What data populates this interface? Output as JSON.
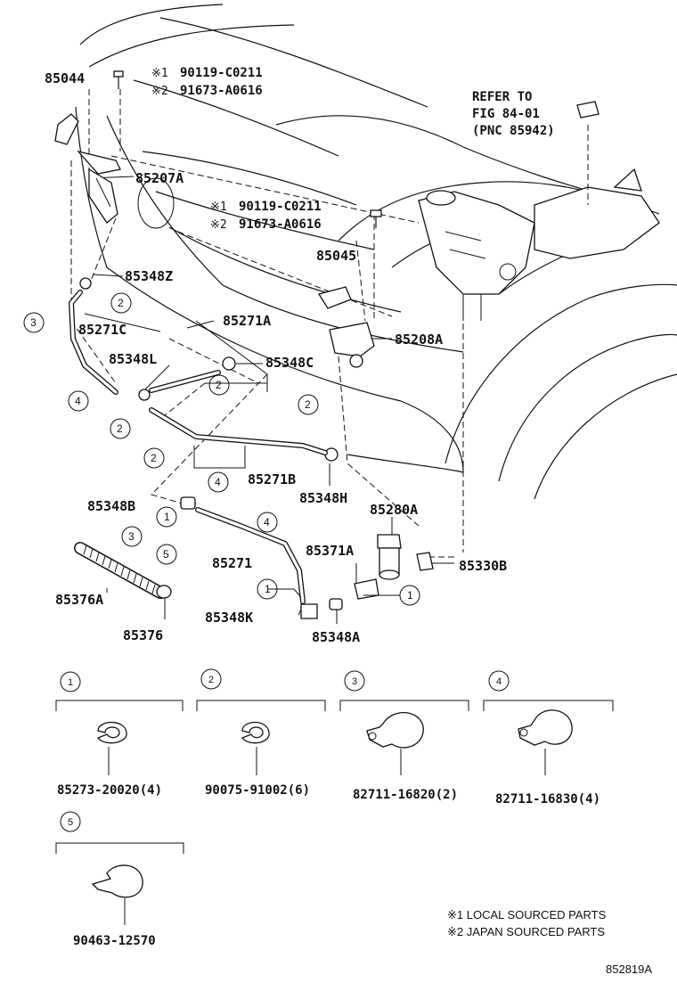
{
  "parts": {
    "p85044": "85044",
    "p85207A": "85207A",
    "p85348Z": "85348Z",
    "p85271C": "85271C",
    "p85271A": "85271A",
    "p85348L": "85348L",
    "p85348C": "85348C",
    "p85045": "85045",
    "p85208A": "85208A",
    "p85271B": "85271B",
    "p85348H": "85348H",
    "p85348B": "85348B",
    "p85280A": "85280A",
    "p85271": "85271",
    "p85371A": "85371A",
    "p85330B": "85330B",
    "p85376A": "85376A",
    "p85376": "85376",
    "p85348K": "85348K",
    "p85348A": "85348A"
  },
  "bolts": {
    "top_mark1": "※1",
    "top_code1": "90119-C0211",
    "top_mark2": "※2",
    "top_code2": "91673-A0616",
    "mid_mark1": "※1",
    "mid_code1": "90119-C0211",
    "mid_mark2": "※2",
    "mid_code2": "91673-A0616"
  },
  "refer": {
    "line1": "REFER TO",
    "line2": "FIG 84-01",
    "line3": "(PNC 85942)"
  },
  "callouts": {
    "c1": "1",
    "c2": "2",
    "c3": "3",
    "c4": "4",
    "c5": "5"
  },
  "clamps": [
    {
      "num": "1",
      "code": "85273-20020(4)"
    },
    {
      "num": "2",
      "code": "90075-91002(6)"
    },
    {
      "num": "3",
      "code": "82711-16820(2)"
    },
    {
      "num": "4",
      "code": "82711-16830(4)"
    },
    {
      "num": "5",
      "code": "90463-12570"
    }
  ],
  "notes": {
    "n1": "※1 LOCAL SOURCED PARTS",
    "n2": "※2 JAPAN SOURCED PARTS"
  },
  "figure_code": "852819A"
}
